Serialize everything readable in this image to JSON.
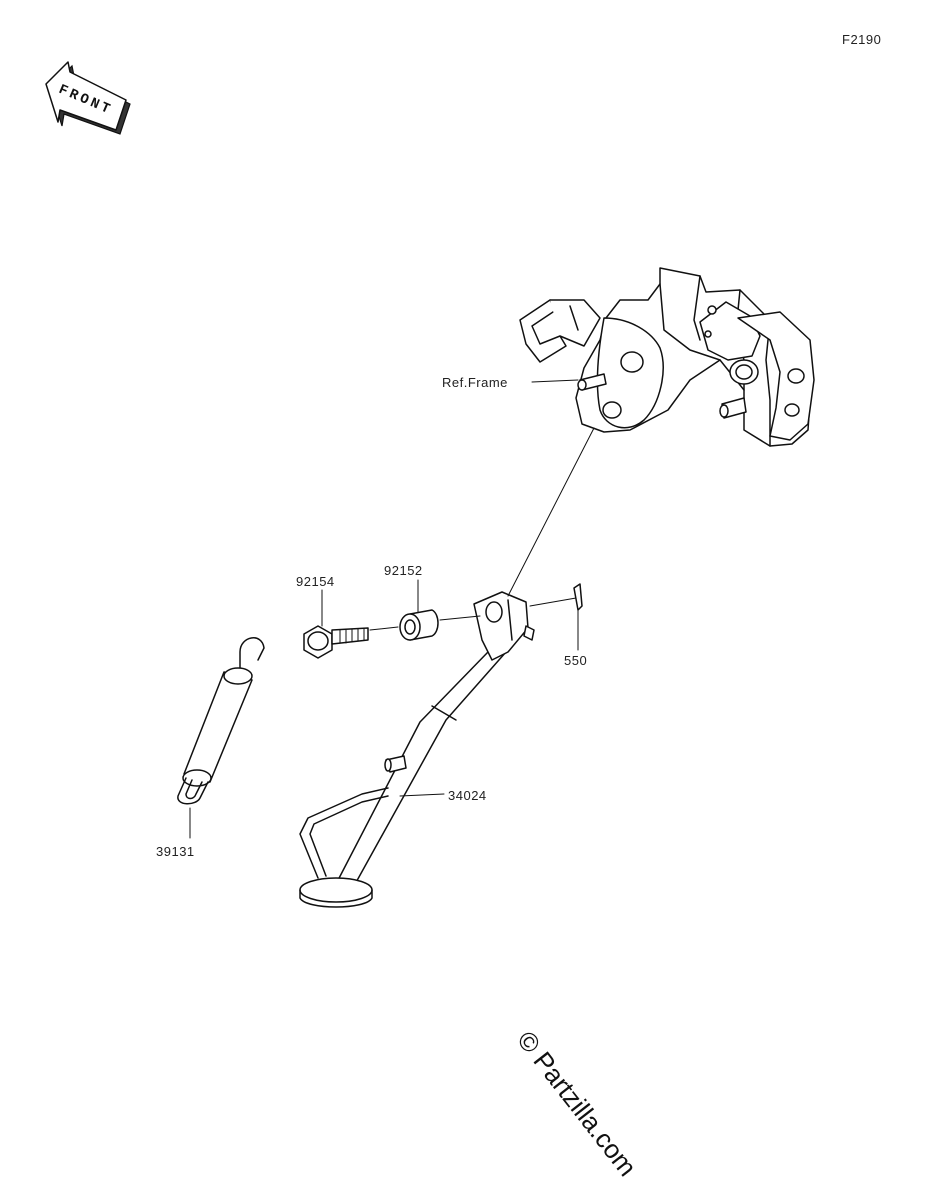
{
  "diagram_code": "F2190",
  "front_label": "FRONT",
  "watermark": "© Partzilla.com",
  "callouts": {
    "ref_frame": "Ref.Frame",
    "bolt": "92154",
    "collar": "92152",
    "cotter_pin": "550",
    "side_stand": "34024",
    "spring": "39131"
  }
}
